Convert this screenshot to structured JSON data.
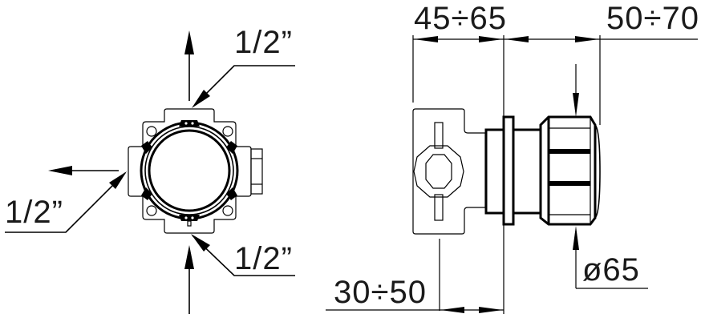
{
  "drawing": {
    "front_view": {
      "labels": {
        "top_connection": "1/2”",
        "left_connection": "1/2”",
        "bottom_connection": "1/2”"
      },
      "flow_arrows": [
        "up-arrow",
        "left-arrow",
        "up-arrow-inlet"
      ]
    },
    "side_view": {
      "dimensions": {
        "depth_body": "45÷65",
        "depth_trim": "50÷70",
        "depth_mount": "30÷50",
        "diameter": "ø65"
      }
    },
    "colors": {
      "line": "#000000",
      "background": "#ffffff",
      "text": "#1a1a1a"
    }
  }
}
